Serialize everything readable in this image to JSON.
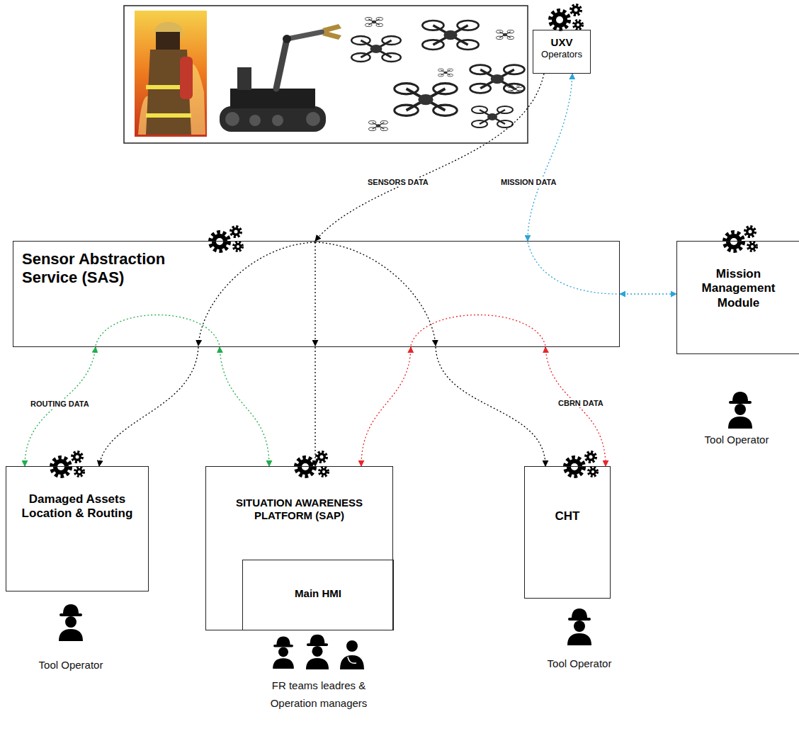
{
  "diagram": {
    "nodes": [
      {
        "text": [
          "UXV",
          "Operators"
        ]
      },
      {
        "text": [
          "Sensor Abstraction Service (SAS)"
        ]
      },
      {
        "text": [
          "Mission Management Module"
        ]
      },
      {
        "text": [
          "Damaged Assets Location & Routing"
        ]
      },
      {
        "text": [
          "SITUATION AWARENESS PLATFORM (SAP)"
        ]
      },
      {
        "text": [
          "Main HMI"
        ],
        "in": 4
      },
      {
        "text": [
          "CHT"
        ]
      }
    ],
    "edges": [
      {
        "from": 0,
        "to": 1,
        "arrow": "to",
        "label": "SENSORS DATA"
      },
      {
        "from": 0,
        "to": 1,
        "arrow": "both",
        "label": "MISSION DATA"
      },
      {
        "from": 1,
        "to": 2,
        "arrow": "both"
      },
      {
        "from": 1,
        "to": 3,
        "arrow": "to"
      },
      {
        "from": 1,
        "to": 4,
        "arrow": "to"
      },
      {
        "from": 1,
        "to": 6,
        "arrow": "to"
      },
      {
        "from": 3,
        "to": 1,
        "arrow": "both",
        "label": "ROUTING DATA"
      },
      {
        "from": 1,
        "to": 4,
        "arrow": "both"
      },
      {
        "from": 4,
        "to": 1,
        "arrow": "both"
      },
      {
        "from": 1,
        "to": 6,
        "arrow": "both",
        "label": "CBRN DATA"
      }
    ],
    "labels": [
      "Tool Operator",
      "Tool Operator",
      "Tool Operator",
      "FR teams leadres & Operation managers"
    ]
  }
}
